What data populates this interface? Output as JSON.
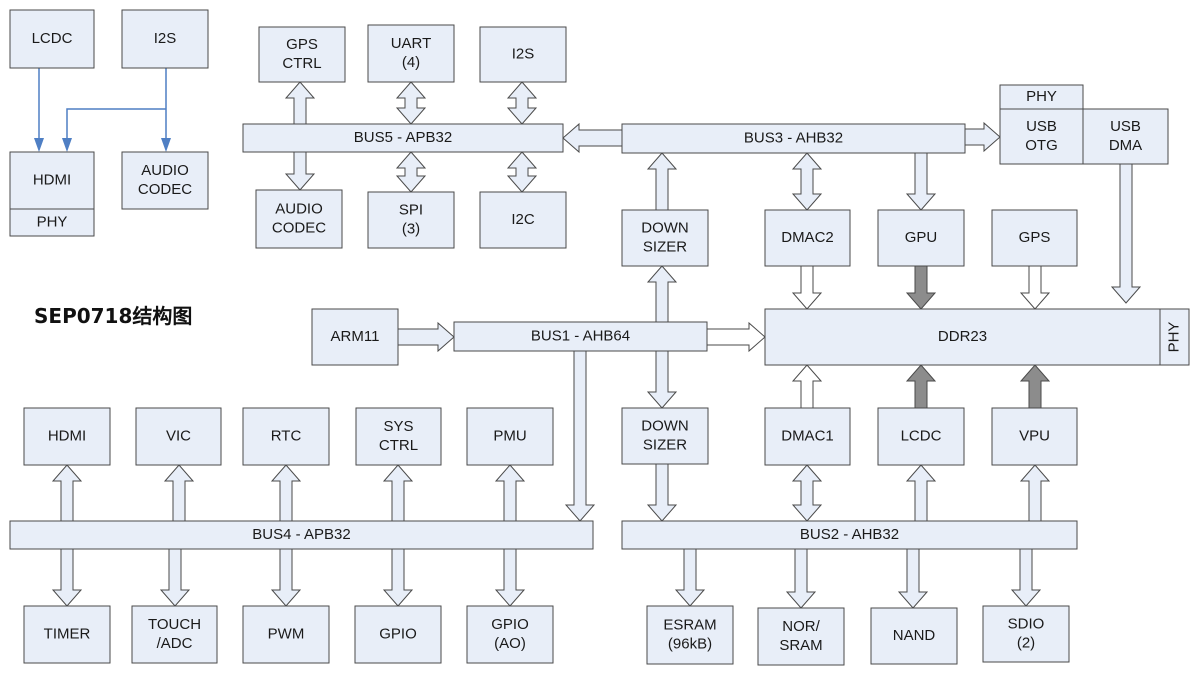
{
  "title": "SEP0718结构图",
  "colors": {
    "block_fill": "#e8eef8",
    "block_stroke": "#4a4a4a",
    "dark_arrow": "#8c8c8c",
    "wire": "#4f7fc4"
  },
  "blocks": {
    "lcdc_top": [
      "LCDC"
    ],
    "i2s_top": [
      "I2S"
    ],
    "hdmi_top": [
      "HDMI"
    ],
    "hdmi_phy": [
      "PHY"
    ],
    "audio_codec_top": [
      "AUDIO",
      "CODEC"
    ],
    "gps_ctrl": [
      "GPS",
      "CTRL"
    ],
    "uart": [
      "UART",
      "(4)"
    ],
    "i2s": [
      "I2S"
    ],
    "bus5": [
      "BUS5 - APB32"
    ],
    "audio_codec": [
      "AUDIO",
      "CODEC"
    ],
    "spi": [
      "SPI",
      "(3)"
    ],
    "i2c": [
      "I2C"
    ],
    "bus3": [
      "BUS3 - AHB32"
    ],
    "usb_phy": [
      "PHY"
    ],
    "usb_otg": [
      "USB",
      "OTG"
    ],
    "usb_dma": [
      "USB",
      "DMA"
    ],
    "downsizer_top": [
      "DOWN",
      "SIZER"
    ],
    "dmac2": [
      "DMAC2"
    ],
    "gpu": [
      "GPU"
    ],
    "gps": [
      "GPS"
    ],
    "arm11": [
      "ARM11"
    ],
    "bus1": [
      "BUS1 - AHB64"
    ],
    "ddr23": [
      "DDR23"
    ],
    "ddr_phy": [
      "PHY"
    ],
    "downsizer_bot": [
      "DOWN",
      "SIZER"
    ],
    "dmac1": [
      "DMAC1"
    ],
    "lcdc": [
      "LCDC"
    ],
    "vpu": [
      "VPU"
    ],
    "hdmi": [
      "HDMI"
    ],
    "vic": [
      "VIC"
    ],
    "rtc": [
      "RTC"
    ],
    "sys_ctrl": [
      "SYS",
      "CTRL"
    ],
    "pmu": [
      "PMU"
    ],
    "bus4": [
      "BUS4 - APB32"
    ],
    "bus2": [
      "BUS2 - AHB32"
    ],
    "timer": [
      "TIMER"
    ],
    "touch_adc": [
      "TOUCH",
      "/ADC"
    ],
    "pwm": [
      "PWM"
    ],
    "gpio": [
      "GPIO"
    ],
    "gpio_ao": [
      "GPIO",
      "(AO)"
    ],
    "esram": [
      "ESRAM",
      "(96kB)"
    ],
    "nor_sram": [
      "NOR/",
      "SRAM"
    ],
    "nand": [
      "NAND"
    ],
    "sdio": [
      "SDIO",
      "(2)"
    ]
  },
  "connections": [
    {
      "from": "lcdc_top",
      "to": "hdmi_top",
      "style": "wire"
    },
    {
      "from": "i2s_top",
      "to": "hdmi_top",
      "style": "wire"
    },
    {
      "from": "i2s_top",
      "to": "audio_codec_top",
      "style": "wire"
    },
    {
      "from": "bus5",
      "to": "gps_ctrl",
      "style": "up"
    },
    {
      "from": "bus5",
      "to": "uart",
      "style": "bidir"
    },
    {
      "from": "bus5",
      "to": "i2s",
      "style": "bidir"
    },
    {
      "from": "bus5",
      "to": "audio_codec",
      "style": "down"
    },
    {
      "from": "bus5",
      "to": "spi",
      "style": "bidir"
    },
    {
      "from": "bus5",
      "to": "i2c",
      "style": "bidir"
    },
    {
      "from": "bus3",
      "to": "bus5",
      "style": "left"
    },
    {
      "from": "bus3",
      "to": "usb_otg",
      "style": "right"
    },
    {
      "from": "downsizer_top",
      "to": "bus3",
      "style": "up"
    },
    {
      "from": "bus3",
      "to": "dmac2",
      "style": "bidir"
    },
    {
      "from": "bus3",
      "to": "gpu",
      "style": "down"
    },
    {
      "from": "bus1",
      "to": "downsizer_top",
      "style": "up"
    },
    {
      "from": "dmac2",
      "to": "ddr23",
      "style": "white"
    },
    {
      "from": "gpu",
      "to": "ddr23",
      "style": "dark"
    },
    {
      "from": "gps",
      "to": "ddr23",
      "style": "white"
    },
    {
      "from": "usb_dma",
      "to": "ddr23",
      "style": "down"
    },
    {
      "from": "arm11",
      "to": "bus1",
      "style": "right"
    },
    {
      "from": "bus1",
      "to": "ddr23",
      "style": "white"
    },
    {
      "from": "bus1",
      "to": "downsizer_bot",
      "style": "down"
    },
    {
      "from": "bus1",
      "to": "bus4",
      "style": "down"
    },
    {
      "from": "dmac1",
      "to": "ddr23",
      "style": "white"
    },
    {
      "from": "lcdc",
      "to": "ddr23",
      "style": "dark"
    },
    {
      "from": "vpu",
      "to": "ddr23",
      "style": "dark"
    },
    {
      "from": "downsizer_bot",
      "to": "bus2",
      "style": "down"
    },
    {
      "from": "bus2",
      "to": "dmac1",
      "style": "bidir"
    },
    {
      "from": "bus2",
      "to": "lcdc",
      "style": "up"
    },
    {
      "from": "bus2",
      "to": "vpu",
      "style": "up"
    },
    {
      "from": "bus4",
      "to": "hdmi",
      "style": "up"
    },
    {
      "from": "bus4",
      "to": "vic",
      "style": "up"
    },
    {
      "from": "bus4",
      "to": "rtc",
      "style": "up"
    },
    {
      "from": "bus4",
      "to": "sys_ctrl",
      "style": "up"
    },
    {
      "from": "bus4",
      "to": "pmu",
      "style": "up"
    },
    {
      "from": "bus4",
      "to": "timer",
      "style": "down"
    },
    {
      "from": "bus4",
      "to": "touch_adc",
      "style": "down"
    },
    {
      "from": "bus4",
      "to": "pwm",
      "style": "down"
    },
    {
      "from": "bus4",
      "to": "gpio",
      "style": "down"
    },
    {
      "from": "bus4",
      "to": "gpio_ao",
      "style": "down"
    },
    {
      "from": "bus2",
      "to": "esram",
      "style": "down"
    },
    {
      "from": "bus2",
      "to": "nor_sram",
      "style": "down"
    },
    {
      "from": "bus2",
      "to": "nand",
      "style": "down"
    },
    {
      "from": "bus2",
      "to": "sdio",
      "style": "down"
    }
  ]
}
